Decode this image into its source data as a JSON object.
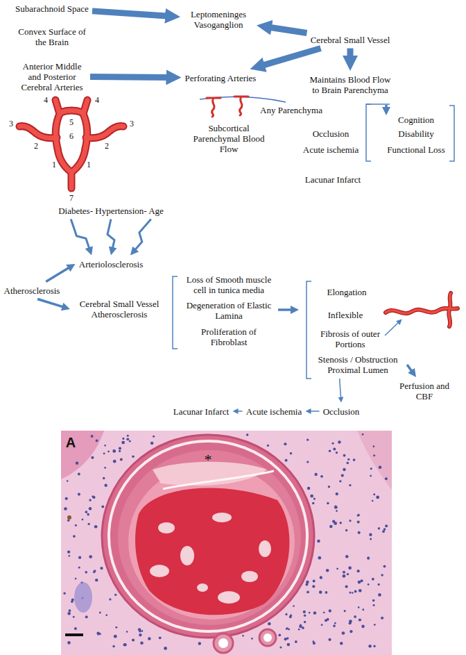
{
  "diagram": {
    "nodes": [
      {
        "text": [
          "Subarachnoid Space"
        ]
      },
      {
        "text": [
          "Convex Surface of the Brain"
        ]
      },
      {
        "text": [
          "Leptomeninges Vasoganglion"
        ]
      },
      {
        "text": [
          "Anterior Middle and Posterior Cerebral Arteries"
        ]
      },
      {
        "text": [
          "Perforating Arteries"
        ]
      },
      {
        "text": [
          "Cerebral Small Vessel"
        ]
      },
      {
        "text": [
          "Maintains Blood Flow to Brain Parenchyma"
        ]
      },
      {
        "text": [
          "Diabetes- Hypertension- Age"
        ]
      },
      {
        "text": [
          "Arteriolosclerosis"
        ]
      },
      {
        "text": [
          "Atherosclerosis"
        ]
      },
      {
        "text": [
          "Cerebral Small Vessel Atherosclerosis"
        ]
      },
      {
        "text": [
          "Stenosis / Obstruction Proximal Lumen"
        ]
      },
      {
        "text": [
          "Perfusion and CBF"
        ]
      },
      {
        "text": [
          "Occlusion"
        ]
      },
      {
        "text": [
          "Acute ischemia"
        ]
      },
      {
        "text": [
          "Lacunar Infarct"
        ]
      }
    ],
    "edges": [
      {
        "from": 0,
        "to": 2,
        "arrow": "to"
      },
      {
        "from": 3,
        "to": 4,
        "arrow": "to"
      },
      {
        "from": 5,
        "to": 2,
        "arrow": "to"
      },
      {
        "from": 5,
        "to": 4,
        "arrow": "to"
      },
      {
        "from": 5,
        "to": 6,
        "arrow": "to"
      },
      {
        "from": 7,
        "to": 8,
        "arrow": "to"
      },
      {
        "from": 7,
        "to": 8,
        "arrow": "to"
      },
      {
        "from": 7,
        "to": 8,
        "arrow": "to"
      },
      {
        "from": 9,
        "to": 8,
        "arrow": "to"
      },
      {
        "from": 9,
        "to": 10,
        "arrow": "to"
      },
      {
        "from": 11,
        "to": 12,
        "arrow": "to"
      },
      {
        "from": 11,
        "to": 13,
        "arrow": "to"
      },
      {
        "from": 13,
        "to": 14,
        "arrow": "to"
      },
      {
        "from": 14,
        "to": 15,
        "arrow": "to"
      }
    ],
    "labels": [
      "4",
      "4",
      "Any Parenchyma",
      "Cognition",
      "5",
      "3",
      "3",
      "Occlusion",
      "Disability",
      "Subcortical Parenchymal Blood Flow",
      "6",
      "Acute ischemia",
      "Functional Loss",
      "2",
      "2",
      "1",
      "1",
      "Lacunar Infarct",
      "7",
      "Loss of Smooth muscle cell in tunica media",
      "Elongation",
      "Degeneration of Elastic Lamina",
      "Inflexible",
      "Proliferation of Fibroblast",
      "Fibrosis of outer Portions",
      "A",
      "*"
    ]
  }
}
